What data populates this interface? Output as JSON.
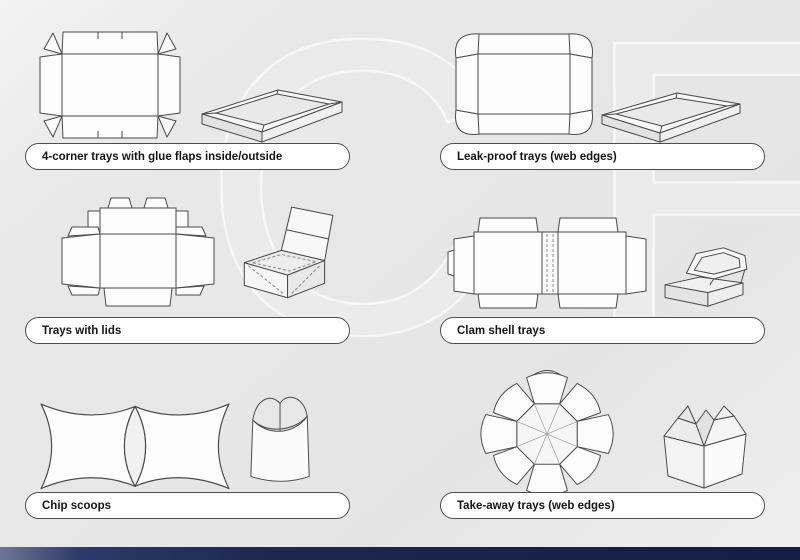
{
  "page": {
    "background": "#e7e7e7",
    "line_color": "#4a4a4a",
    "pill_border": "#4d4d4d",
    "footer_color": "#1b2750",
    "watermark": {
      "letter_1": "C",
      "letter_2": "F"
    }
  },
  "panels": [
    {
      "label": "4-corner trays with glue flaps inside/outside"
    },
    {
      "label": "Leak-proof trays (web edges)"
    },
    {
      "label": "Trays with lids"
    },
    {
      "label": "Clam shell trays"
    },
    {
      "label": "Chip scoops"
    },
    {
      "label": "Take-away trays (web edges)"
    }
  ]
}
